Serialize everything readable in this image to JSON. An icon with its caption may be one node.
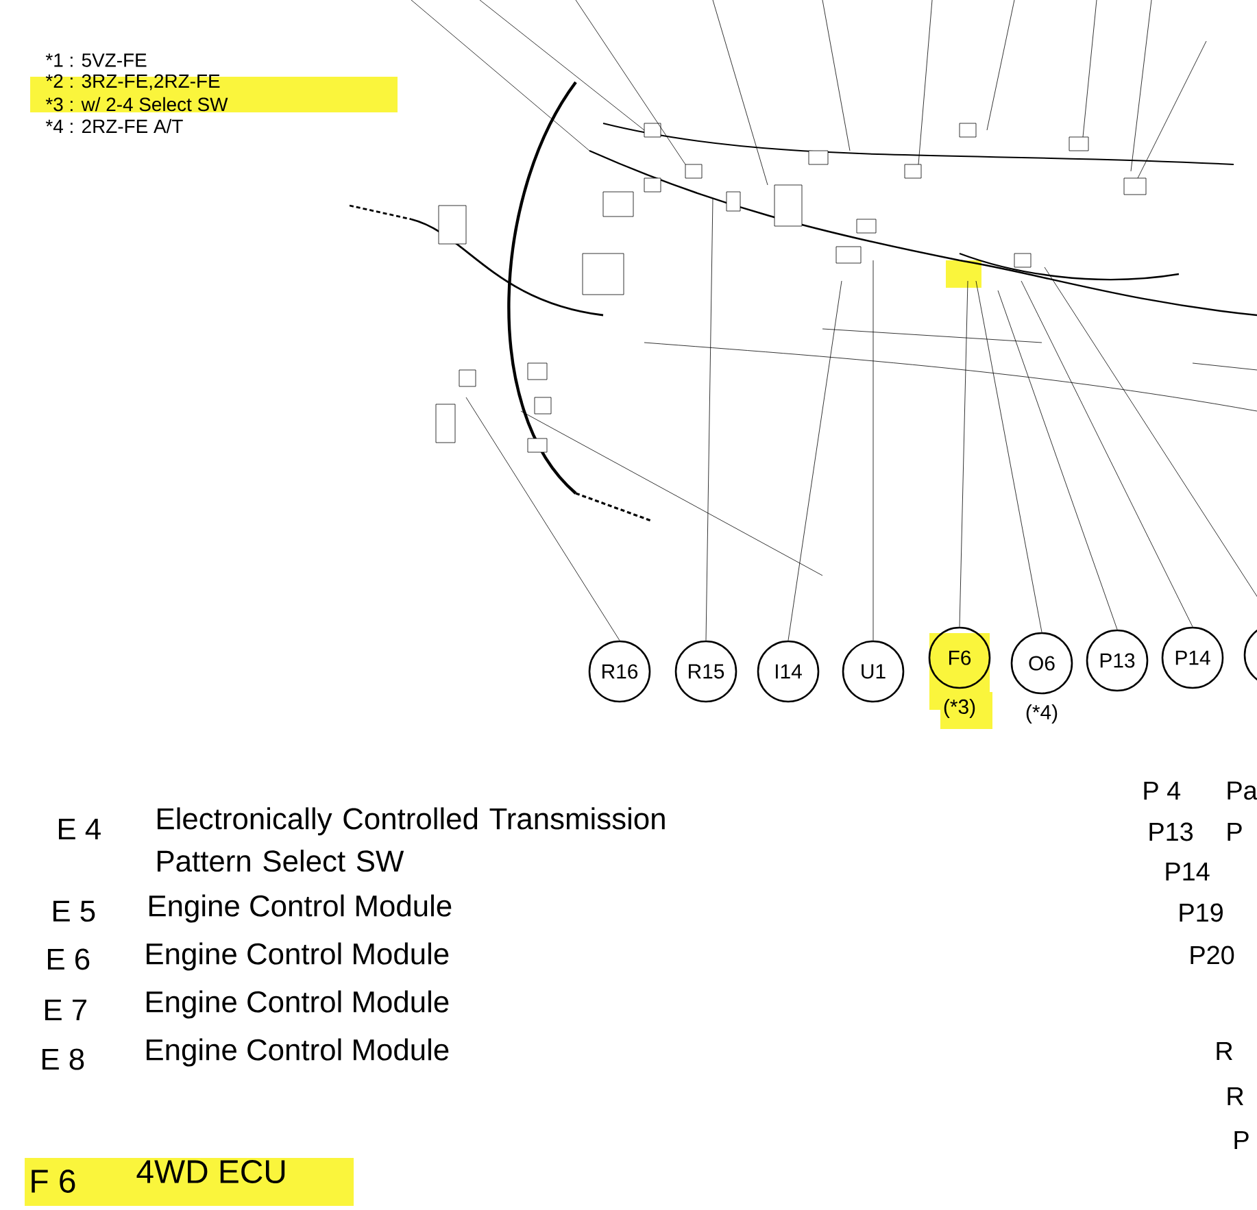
{
  "diagram": {
    "nodes": [
      {
        "text": [
          "R16"
        ]
      },
      {
        "text": [
          "R15"
        ]
      },
      {
        "text": [
          "I14"
        ]
      },
      {
        "text": [
          "U1"
        ]
      },
      {
        "text": [
          "F6"
        ],
        "beside": [
          "(*3)"
        ]
      },
      {
        "text": [
          "O6"
        ],
        "beside": [
          "(*4)"
        ]
      },
      {
        "text": [
          "P13"
        ]
      },
      {
        "text": [
          "P14"
        ]
      },
      {
        "text": [],
        "shape": "circle"
      }
    ],
    "edges": [
      {
        "from": 0,
        "to": null,
        "arrow": "none"
      },
      {
        "from": 1,
        "to": null,
        "arrow": "none"
      },
      {
        "from": 2,
        "to": null,
        "arrow": "none"
      },
      {
        "from": 3,
        "to": null,
        "arrow": "none"
      },
      {
        "from": 4,
        "to": null,
        "arrow": "none"
      },
      {
        "from": 5,
        "to": null,
        "arrow": "none"
      },
      {
        "from": 6,
        "to": null,
        "arrow": "none"
      },
      {
        "from": 7,
        "to": null,
        "arrow": "none"
      },
      {
        "from": 8,
        "to": null,
        "arrow": "none"
      }
    ],
    "labels": [
      "*1 : 5VZ-FE",
      "*2 : 3RZ-FE,2RZ-FE",
      "*3 : w/ 2-4 Select SW",
      "*4 : 2RZ-FE A/T",
      "E 4",
      "Electronically Controlled Transmission Pattern Select SW",
      "E 5",
      "Engine Control Module",
      "E 6",
      "Engine Control Module",
      "E 7",
      "Engine Control Module",
      "E 8",
      "Engine Control Module",
      "F 6",
      "4WD ECU",
      "P 4",
      "Pa",
      "P13",
      "P",
      "P14",
      "P19",
      "P20",
      "R",
      "R",
      "P"
    ]
  }
}
